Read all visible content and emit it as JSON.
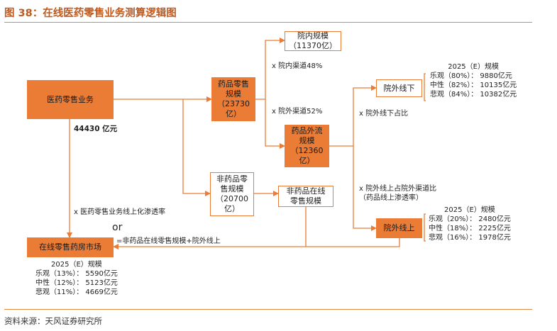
{
  "figure_title": "图 38：在线医药零售业务测算逻辑图",
  "source": "资料来源：天风证券研究所",
  "boxes": {
    "pharma_retail": "医药零售业务",
    "drug_retail": "药品零售\n规模\n（23730\n亿）",
    "hospital_internal": "院内规模\n（11370亿）",
    "drug_outflow": "药品外流\n规模\n（12360\n亿）",
    "non_drug_retail": "非药品零\n售规模\n（20700\n亿）",
    "non_drug_online": "非药品在线\n零售规模",
    "offline_outside": "院外线下",
    "online_outside": "院外线上",
    "online_pharmacy": "在线零售药房市场"
  },
  "labels": {
    "total_value": "44430 亿元",
    "in_hospital_share": "x 院内渠道48%",
    "outside_hospital_share": "x 院外渠道52%",
    "offline_share": "x 院外线下占比",
    "online_share": "x 院外线上占院外渠道比\n（药品线上渗透率）",
    "online_penetration": "x 医药零售业务线上化渗透率",
    "or": "or",
    "formula": "=非药品在线零售规模+院外线上"
  },
  "scenarios": {
    "offline": {
      "header": "2025（E）规模",
      "rows": [
        "乐观（80%）：  9880亿元",
        "中性（82%）：  10135亿元",
        "悲观（84%）：  10382亿元"
      ]
    },
    "online": {
      "header": "2025（E）规模",
      "rows": [
        "乐观（20%）：  2480亿元",
        "中性（18%）：  2225亿元",
        "悲观（16%）：  1978亿元"
      ]
    },
    "pharmacy": {
      "header": "2025（E）规模",
      "rows": [
        "乐观（13%）：  5590亿元",
        "中性（12%）：  5123亿元",
        "悲观（11%）：  4669亿元"
      ]
    }
  },
  "colors": {
    "accent": "#ea7c36",
    "title": "#c05a1e"
  }
}
